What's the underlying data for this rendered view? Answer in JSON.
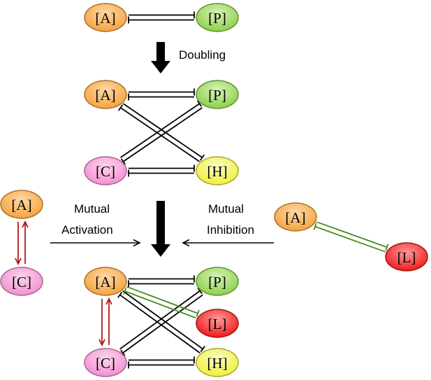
{
  "colors": {
    "A": "#f5a23c",
    "P": "#8cd04a",
    "C": "#f28fd0",
    "H": "#eef03a",
    "L": "#ee1a1a",
    "activation": "#b01818",
    "inhibition_extra": "#4a8a24",
    "inhibition": "#000000"
  },
  "nodes": {
    "A": "[A]",
    "P": "[P]",
    "C": "[C]",
    "H": "[H]",
    "L": "[L]"
  },
  "labels": {
    "doubling": "Doubling",
    "mutual_activation_line1": "Mutual",
    "mutual_activation_line2": "Activation",
    "mutual_inhibition_line1": "Mutual",
    "mutual_inhibition_line2": "Inhibition"
  }
}
